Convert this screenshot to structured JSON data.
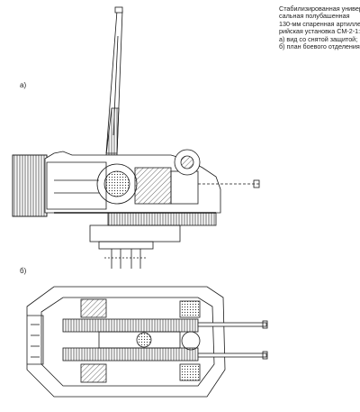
{
  "caption": {
    "lines": [
      "Стабилизированная универ-",
      "сальная полубашенная",
      "130-мм спаренная артилле-",
      "рийская установка СМ-2-1:",
      "а) вид со снятой защитой;",
      "б) план боевого отделения."
    ]
  },
  "figure_labels": {
    "a": "а)",
    "b": "б)"
  },
  "colors": {
    "ink": "#1a1a1a",
    "paper": "#ffffff",
    "hatch": "#555555"
  }
}
